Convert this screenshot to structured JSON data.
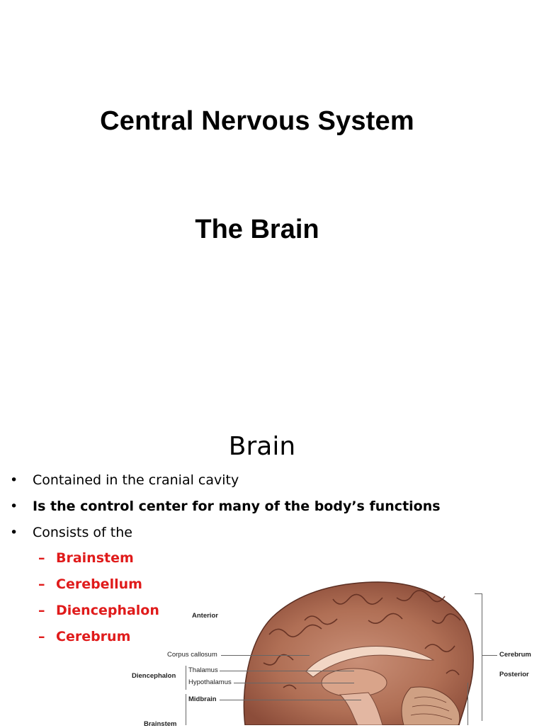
{
  "slide1": {
    "title": "Central Nervous System",
    "subtitle": "The Brain"
  },
  "slide2": {
    "title": "Brain",
    "bullets": [
      {
        "text": "Contained in the cranial cavity",
        "bold": false
      },
      {
        "text": "Is the control center for many of the body’s functions",
        "bold": true
      },
      {
        "text": "Consists of the",
        "bold": false
      }
    ],
    "bullet_glyph": "•",
    "dash_glyph": "–",
    "subitems": [
      "Brainstem",
      "Cerebellum",
      "Diencephalon",
      "Cerebrum"
    ],
    "accent_color": "#e01b1b",
    "figure": {
      "labels": {
        "anterior": "Anterior",
        "corpus_callosum": "Corpus callosum",
        "diencephalon": "Diencephalon",
        "thalamus": "Thalamus",
        "hypothalamus": "Hypothalamus",
        "midbrain": "Midbrain",
        "brainstem": "Brainstem",
        "cerebrum": "Cerebrum",
        "posterior": "Posterior"
      }
    }
  }
}
